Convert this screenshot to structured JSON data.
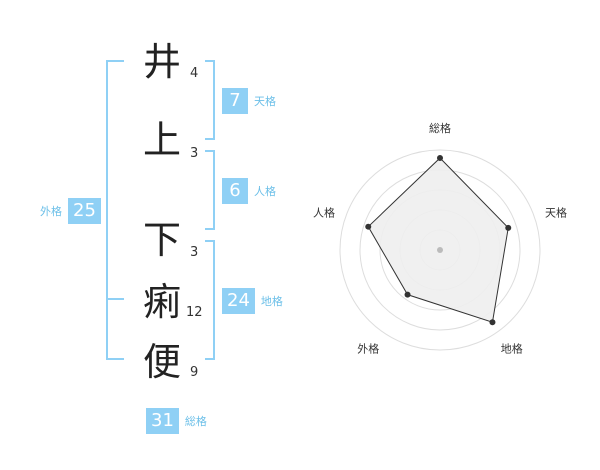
{
  "name": {
    "characters": [
      {
        "char": "井",
        "strokes": "4"
      },
      {
        "char": "上",
        "strokes": "3"
      },
      {
        "char": "下",
        "strokes": "3"
      },
      {
        "char": "痢",
        "strokes": "12"
      },
      {
        "char": "便",
        "strokes": "9"
      }
    ]
  },
  "fortune": {
    "tenkaku": {
      "value": "7",
      "label": "天格"
    },
    "jinkaku": {
      "value": "6",
      "label": "人格"
    },
    "chikaku": {
      "value": "24",
      "label": "地格"
    },
    "gaikaku": {
      "value": "25",
      "label": "外格"
    },
    "soukaku": {
      "value": "31",
      "label": "総格"
    }
  },
  "radar": {
    "axes": [
      "総格",
      "天格",
      "地格",
      "外格",
      "人格"
    ],
    "values": [
      1.0,
      0.78,
      0.97,
      0.6,
      0.82
    ],
    "colors": {
      "ring": "#dddddd",
      "fill": "#eeeeee",
      "line": "#333333",
      "point": "#333333",
      "center": "#bbbbbb"
    }
  }
}
